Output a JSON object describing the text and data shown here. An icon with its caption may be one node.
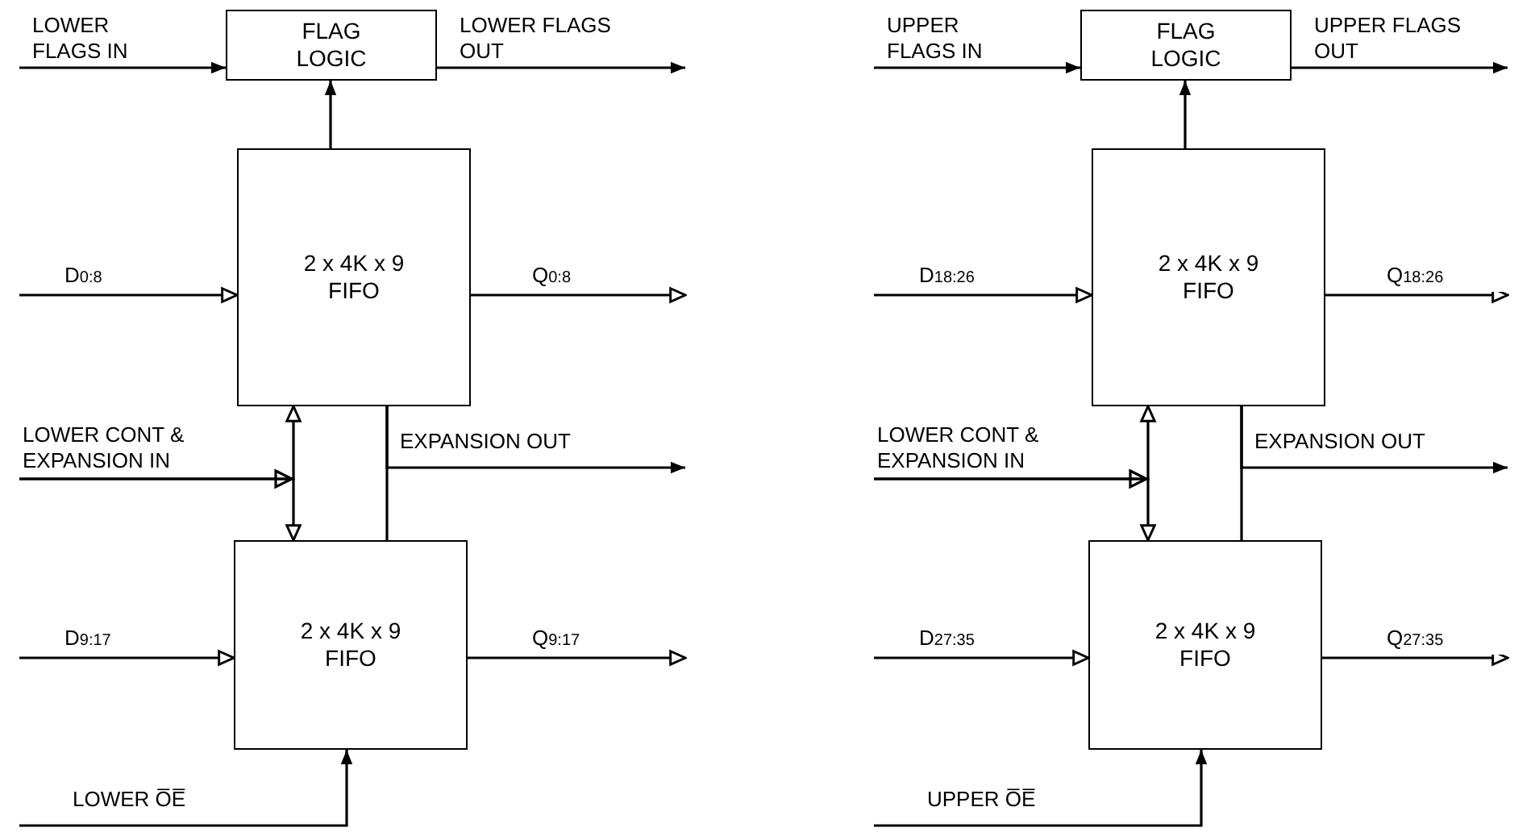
{
  "diagram": {
    "nodes": [
      {
        "text": [
          "FLAG LOGIC"
        ]
      },
      {
        "text": [
          "2 x 4K x 9 FIFO"
        ]
      },
      {
        "text": [
          "2 x 4K x 9 FIFO"
        ]
      },
      {
        "text": [
          "FLAG LOGIC"
        ]
      },
      {
        "text": [
          "2 x 4K x 9 FIFO"
        ]
      },
      {
        "text": [
          "2 x 4K x 9 FIFO"
        ]
      }
    ],
    "edges": [
      {
        "from": null,
        "to": 0,
        "arrow": "to",
        "label": "LOWER FLAGS IN"
      },
      {
        "from": 0,
        "to": null,
        "arrow": "to",
        "label": "LOWER FLAGS OUT"
      },
      {
        "from": 1,
        "to": 0,
        "arrow": "to"
      },
      {
        "from": null,
        "to": 1,
        "arrow": "to",
        "label": "D$_{0:8}$"
      },
      {
        "from": 1,
        "to": null,
        "arrow": "to",
        "label": "Q$_{0:8}$"
      },
      {
        "from": null,
        "to": 1,
        "arrow": "to",
        "label": "LOWER CONT & EXPANSION IN"
      },
      {
        "from": null,
        "to": 2,
        "arrow": "to"
      },
      {
        "from": 1,
        "to": 2,
        "arrow": "none"
      },
      {
        "from": 1,
        "to": null,
        "arrow": "to",
        "label": "EXPANSION OUT"
      },
      {
        "from": null,
        "to": 2,
        "arrow": "to",
        "label": "D$_{9:17}$"
      },
      {
        "from": 2,
        "to": null,
        "arrow": "to",
        "label": "Q$_{9:17}$"
      },
      {
        "from": null,
        "to": 2,
        "arrow": "to",
        "label": "LOWER O̅E̅"
      },
      {
        "from": null,
        "to": 3,
        "arrow": "to",
        "label": "UPPER FLAGS IN"
      },
      {
        "from": 3,
        "to": null,
        "arrow": "to",
        "label": "UPPER FLAGS OUT"
      },
      {
        "from": 4,
        "to": 3,
        "arrow": "to"
      },
      {
        "from": null,
        "to": 4,
        "arrow": "to",
        "label": "D$_{18:26}$"
      },
      {
        "from": 4,
        "to": null,
        "arrow": "to",
        "label": "Q$_{18:26}$"
      },
      {
        "from": null,
        "to": 4,
        "arrow": "to",
        "label": "LOWER CONT & EXPANSION IN"
      },
      {
        "from": null,
        "to": 5,
        "arrow": "to"
      },
      {
        "from": 4,
        "to": 5,
        "arrow": "none"
      },
      {
        "from": 4,
        "to": null,
        "arrow": "to",
        "label": "EXPANSION OUT"
      },
      {
        "from": null,
        "to": 5,
        "arrow": "to",
        "label": "D$_{27:35}$"
      },
      {
        "from": 5,
        "to": null,
        "arrow": "to",
        "label": "Q$_{27:35}$"
      },
      {
        "from": null,
        "to": 5,
        "arrow": "to",
        "label": "UPPER O̅E̅"
      }
    ]
  }
}
